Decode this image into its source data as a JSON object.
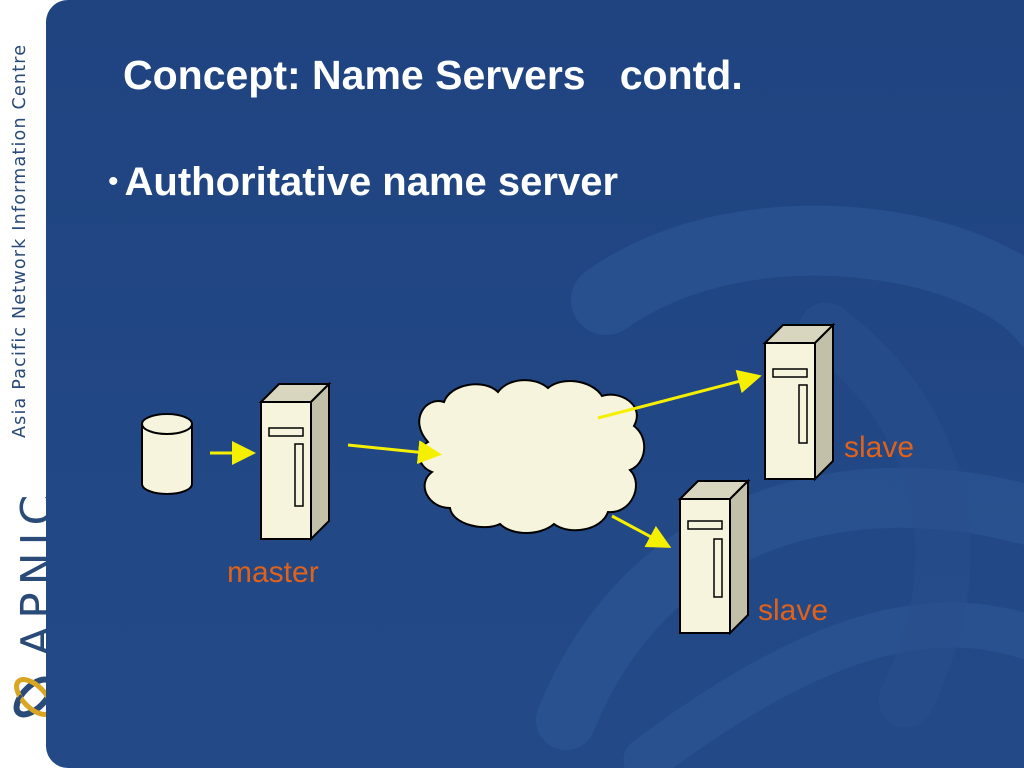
{
  "sidebar": {
    "org_name": "Asia Pacific Network Information Centre",
    "brand": "APNIC"
  },
  "slide": {
    "title": "Concept: Name Servers   contd.",
    "bullet": "Authoritative name server"
  },
  "diagram": {
    "master_label": "master",
    "slave1_label": "slave",
    "slave2_label": "slave"
  },
  "colors": {
    "background": "#224785",
    "label": "#e0621a",
    "arrow": "#f5f000",
    "box": "#f6f4dc"
  },
  "icons": [
    "apnic-logo-icon",
    "database-icon",
    "server-icon",
    "cloud-icon",
    "arrow-icon"
  ]
}
